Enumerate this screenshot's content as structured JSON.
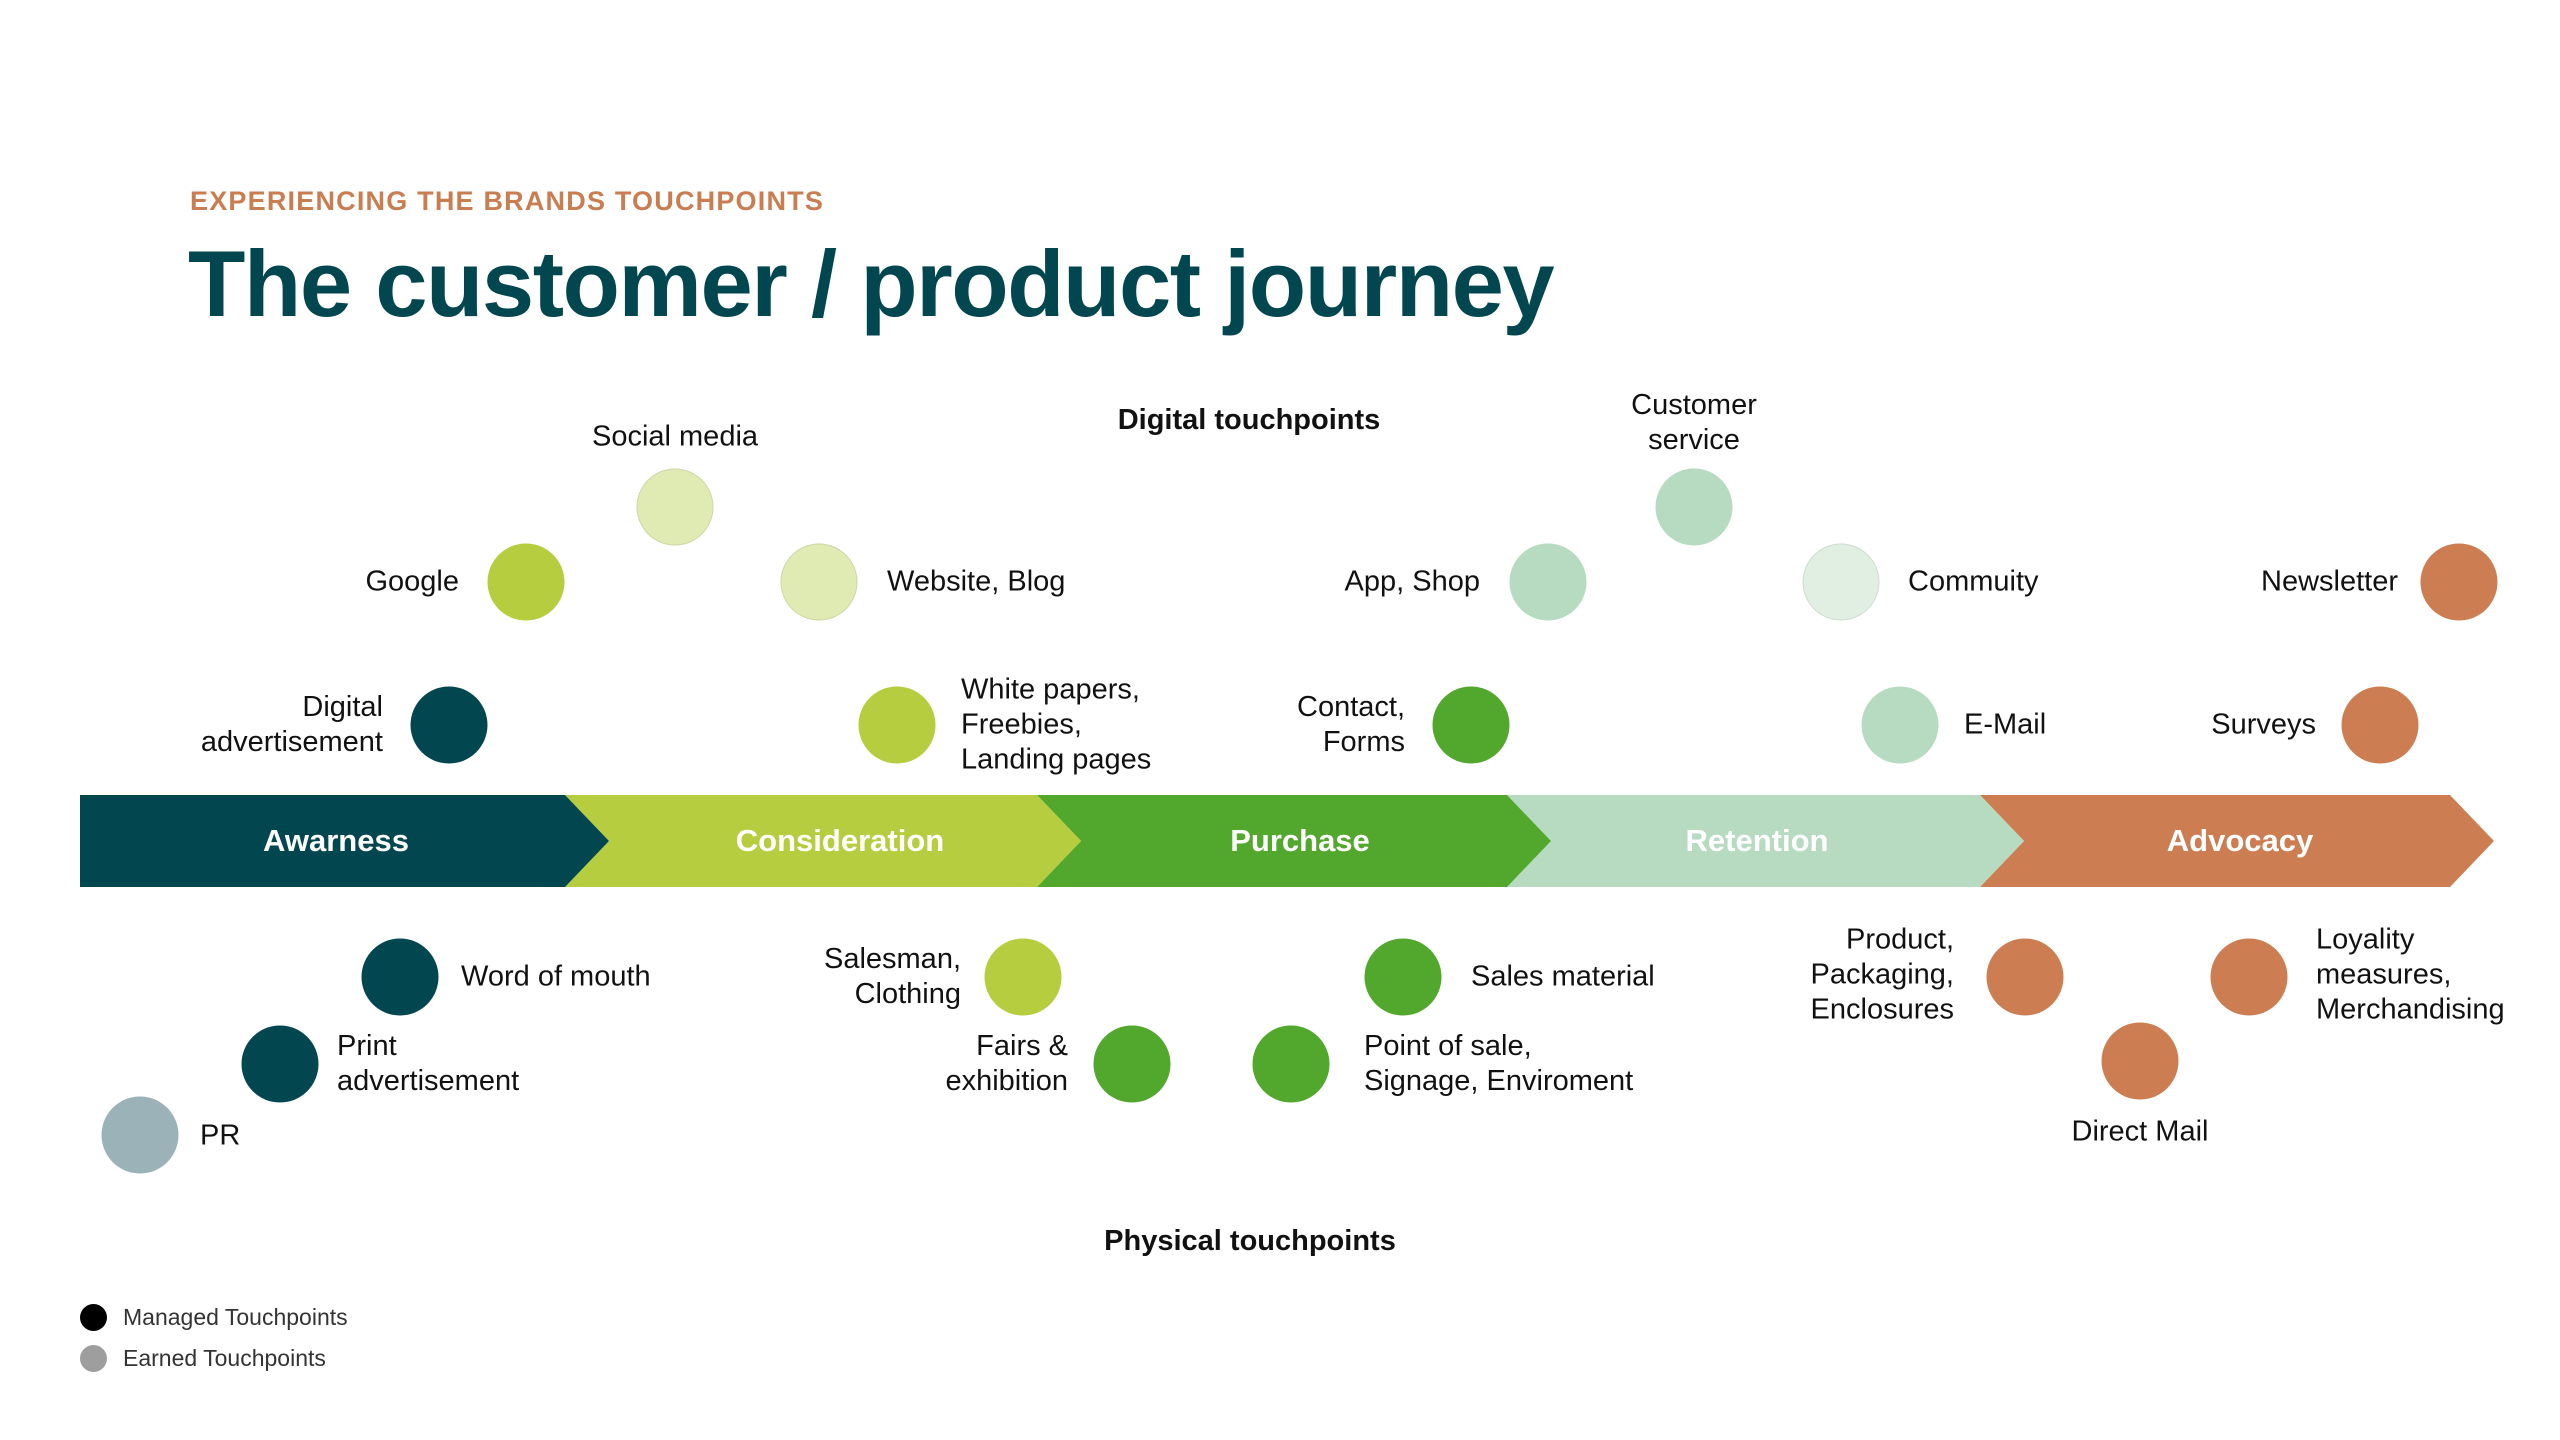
{
  "header": {
    "eyebrow": "EXPERIENCING THE BRANDS TOUCHPOINTS",
    "title": "The customer / product journey"
  },
  "sections": {
    "digital": "Digital touchpoints",
    "physical": "Physical touchpoints"
  },
  "colors": {
    "awareness": "#02474F",
    "consideration": "#B5CD3E",
    "consideration_light": "#E0EAB3",
    "purchase": "#52A72D",
    "retention": "#B6DBC0",
    "retention_light": "#E1EFE3",
    "advocacy": "#CC7E52",
    "earned": "#9BB3B8",
    "eyebrow": "#C97D50",
    "title": "#02474F"
  },
  "stages": [
    {
      "id": "awareness",
      "label": "Awarness"
    },
    {
      "id": "consideration",
      "label": "Consideration"
    },
    {
      "id": "purchase",
      "label": "Purchase"
    },
    {
      "id": "retention",
      "label": "Retention"
    },
    {
      "id": "advocacy",
      "label": "Advocacy"
    }
  ],
  "digital_touchpoints": [
    {
      "id": "google",
      "stage": "awareness",
      "lines": [
        "Google"
      ],
      "color": "#B5CD3E",
      "type": "managed"
    },
    {
      "id": "social-media",
      "stage": "consideration",
      "lines": [
        "Social media"
      ],
      "color": "#E0EAB3",
      "type": "managed"
    },
    {
      "id": "website-blog",
      "stage": "consideration",
      "lines": [
        "Website, Blog"
      ],
      "color": "#E0EAB3",
      "type": "managed"
    },
    {
      "id": "digital-advertisement",
      "stage": "awareness",
      "lines": [
        "Digital",
        "advertisement"
      ],
      "color": "#02474F",
      "type": "managed"
    },
    {
      "id": "white-papers",
      "stage": "consideration",
      "lines": [
        "White papers,",
        "Freebies,",
        "Landing pages"
      ],
      "color": "#B5CD3E",
      "type": "managed"
    },
    {
      "id": "app-shop",
      "stage": "purchase",
      "lines": [
        "App, Shop"
      ],
      "color": "#B6DBC0",
      "type": "managed"
    },
    {
      "id": "customer-service",
      "stage": "retention",
      "lines": [
        "Customer",
        "service"
      ],
      "color": "#B6DBC0",
      "type": "managed"
    },
    {
      "id": "community",
      "stage": "retention",
      "lines": [
        "Commuity"
      ],
      "color": "#E1EFE3",
      "type": "managed"
    },
    {
      "id": "contact-forms",
      "stage": "purchase",
      "lines": [
        "Contact,",
        "Forms"
      ],
      "color": "#52A72D",
      "type": "managed"
    },
    {
      "id": "e-mail",
      "stage": "retention",
      "lines": [
        "E-Mail"
      ],
      "color": "#B6DBC0",
      "type": "managed"
    },
    {
      "id": "newsletter",
      "stage": "advocacy",
      "lines": [
        "Newsletter"
      ],
      "color": "#CC7E52",
      "type": "managed"
    },
    {
      "id": "surveys",
      "stage": "advocacy",
      "lines": [
        "Surveys"
      ],
      "color": "#CC7E52",
      "type": "managed"
    }
  ],
  "physical_touchpoints": [
    {
      "id": "word-of-mouth",
      "stage": "awareness",
      "lines": [
        "Word of mouth"
      ],
      "color": "#02474F",
      "type": "managed"
    },
    {
      "id": "print-advertisement",
      "stage": "awareness",
      "lines": [
        "Print",
        "advertisement"
      ],
      "color": "#02474F",
      "type": "managed"
    },
    {
      "id": "pr",
      "stage": "awareness",
      "lines": [
        "PR"
      ],
      "color": "#9BB3B8",
      "type": "earned"
    },
    {
      "id": "salesman-clothing",
      "stage": "consideration",
      "lines": [
        "Salesman,",
        "Clothing"
      ],
      "color": "#B5CD3E",
      "type": "managed"
    },
    {
      "id": "fairs-exhibition",
      "stage": "purchase",
      "lines": [
        "Fairs &",
        "exhibition"
      ],
      "color": "#52A72D",
      "type": "managed"
    },
    {
      "id": "point-of-sale",
      "stage": "purchase",
      "lines": [
        "Point of sale,",
        "Signage, Enviroment"
      ],
      "color": "#52A72D",
      "type": "managed"
    },
    {
      "id": "sales-material",
      "stage": "purchase",
      "lines": [
        "Sales material"
      ],
      "color": "#52A72D",
      "type": "managed"
    },
    {
      "id": "product-packaging",
      "stage": "advocacy",
      "lines": [
        "Product,",
        "Packaging,",
        "Enclosures"
      ],
      "color": "#CC7E52",
      "type": "managed"
    },
    {
      "id": "direct-mail",
      "stage": "advocacy",
      "lines": [
        "Direct Mail"
      ],
      "color": "#CC7E52",
      "type": "managed"
    },
    {
      "id": "loyalty-measures",
      "stage": "advocacy",
      "lines": [
        "Loyality",
        "measures,",
        "Merchandising"
      ],
      "color": "#CC7E52",
      "type": "managed"
    }
  ],
  "legend": [
    {
      "label": "Managed Touchpoints",
      "color": "#000000"
    },
    {
      "label": "Earned Touchpoints",
      "color": "#9E9E9E"
    }
  ]
}
